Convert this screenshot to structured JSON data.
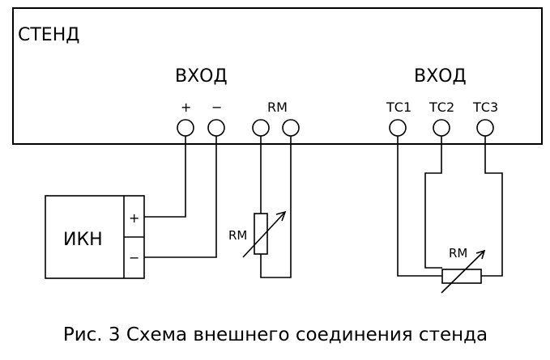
{
  "stand": {
    "title": "СТЕНД",
    "input_left": "ВХОД",
    "input_right": "ВХОД",
    "plus": "+",
    "minus": "−",
    "rm_label": "RM",
    "tc1": "ТС1",
    "tc2": "ТС2",
    "tc3": "ТС3"
  },
  "ikn": {
    "label": "ИКН",
    "plus": "+",
    "minus": "−"
  },
  "resistor_left": {
    "label": "RM"
  },
  "resistor_right": {
    "label": "RM"
  },
  "caption": "Рис. 3  Схема внешнего соединения стенда"
}
